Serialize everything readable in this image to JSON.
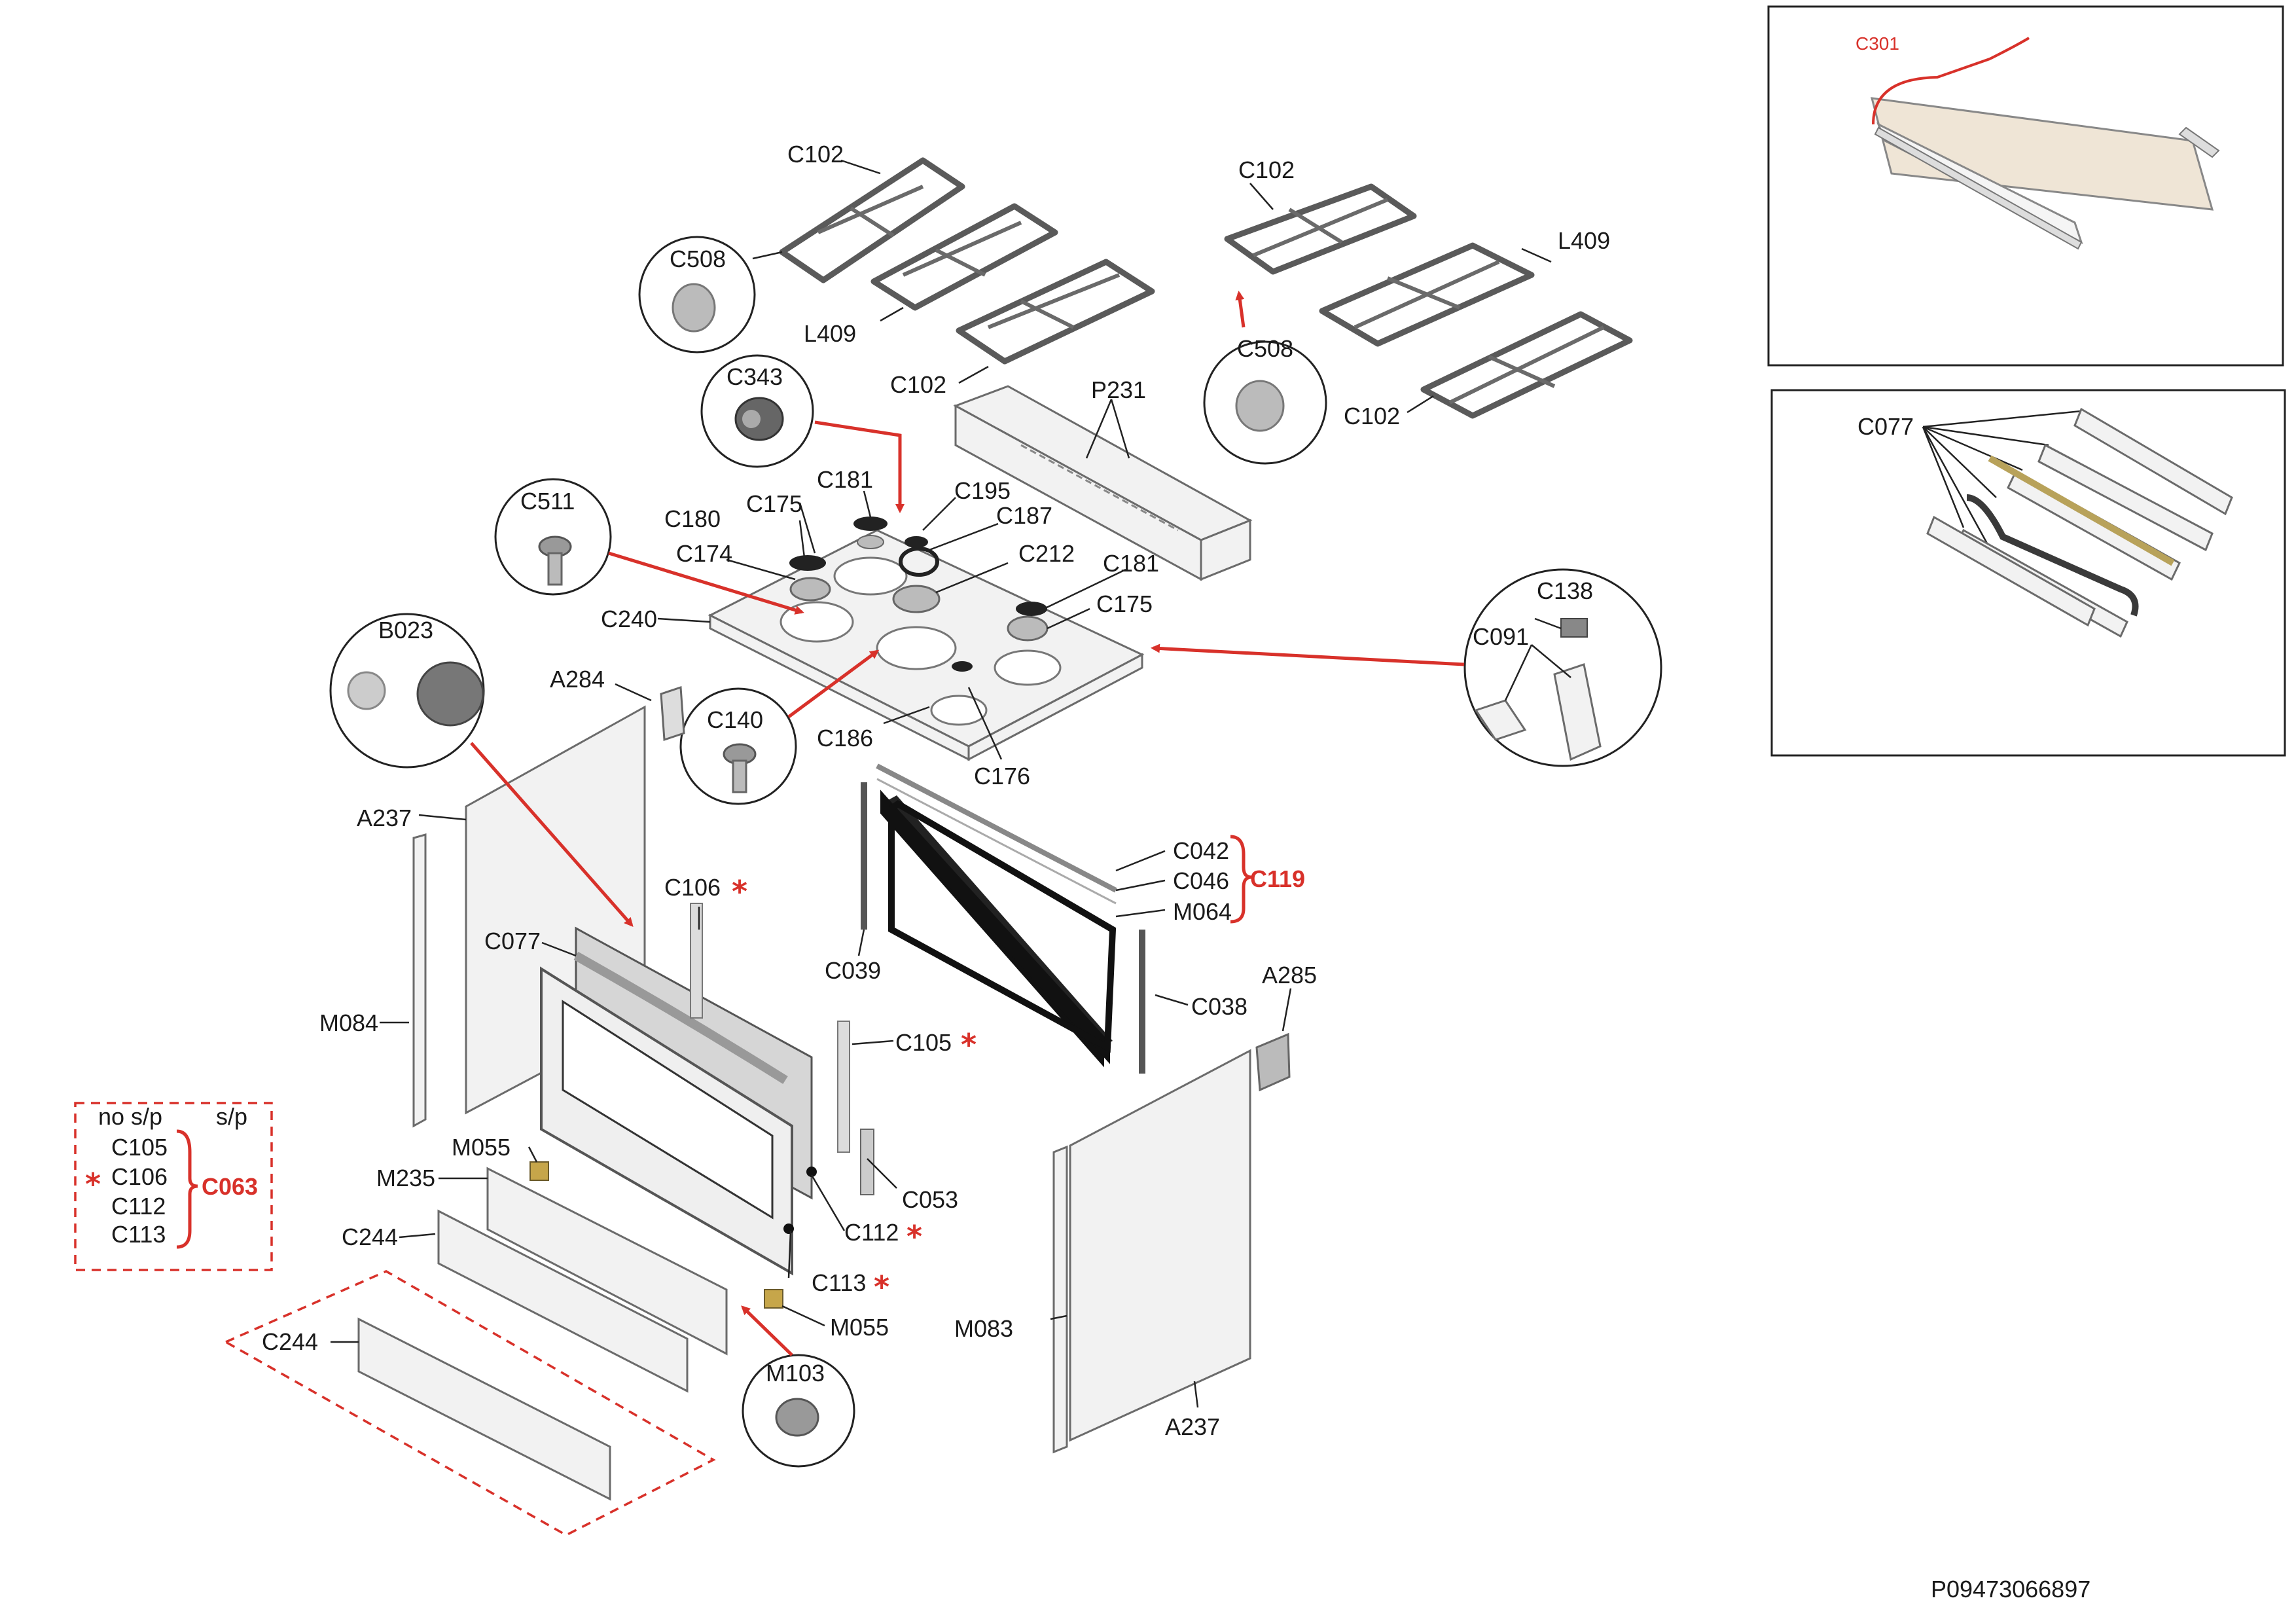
{
  "labels": {
    "c102_a": "C102",
    "c102_b": "C102",
    "c102_c": "C102",
    "c102_d": "C102",
    "c508_a": "C508",
    "c508_b": "C508",
    "l409_a": "L409",
    "l409_b": "L409",
    "c343": "C343",
    "p231": "P231",
    "c181_a": "C181",
    "c181_b": "C181",
    "c195": "C195",
    "c187": "C187",
    "c175_a": "C175",
    "c175_b": "C175",
    "c180": "C180",
    "c174": "C174",
    "c212": "C212",
    "c511": "C511",
    "c240": "C240",
    "c138": "C138",
    "c091": "C091",
    "b023": "B023",
    "a284": "A284",
    "c140": "C140",
    "c186": "C186",
    "c176": "C176",
    "a237_a": "A237",
    "a237_b": "A237",
    "c106": "C106",
    "c077_main": "C077",
    "c039": "C039",
    "c042": "C042",
    "c046": "C046",
    "m064": "M064",
    "c119": "C119",
    "m084": "M084",
    "c038": "C038",
    "a285": "A285",
    "c105": "C105",
    "m055_a": "M055",
    "m055_b": "M055",
    "m235": "M235",
    "c053": "C053",
    "c244_a": "C244",
    "c244_b": "C244",
    "c112": "C112",
    "c113": "C113",
    "m083": "M083",
    "m103": "M103",
    "c301": "C301",
    "c077_inset": "C077",
    "doc_id": "P09473066897"
  },
  "legend": {
    "col_no_sp": "no s/p",
    "col_sp": "s/p",
    "items": [
      "C105",
      "C106",
      "C112",
      "C113"
    ],
    "group": "C063",
    "star": "*"
  },
  "stars": [
    "*",
    "*",
    "*",
    "*"
  ],
  "colors": {
    "accent_red": "#d8312a",
    "line": "#222222",
    "part_fill": "#f2f2f2",
    "part_stroke": "#6b6b6b",
    "glass_inset": "#efe5d6",
    "handle_gold": "#b8a25a"
  }
}
